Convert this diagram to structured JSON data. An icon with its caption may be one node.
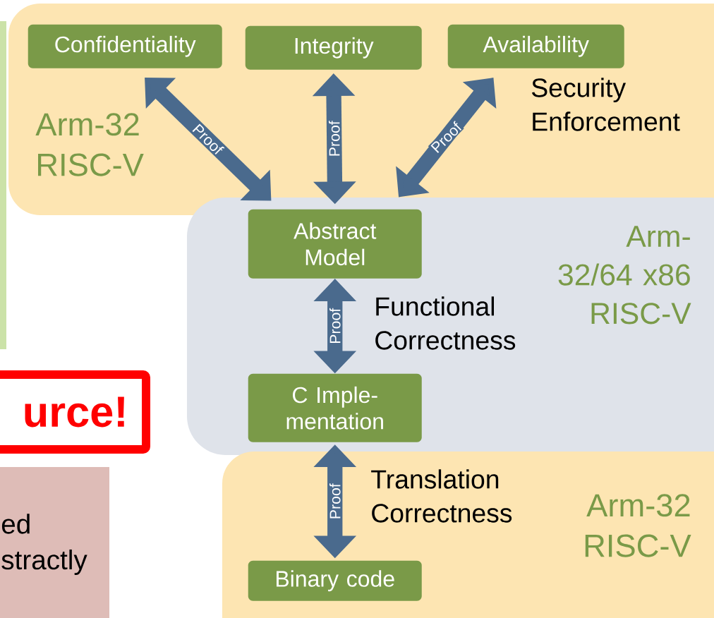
{
  "diagram": {
    "nodes": [
      {
        "text": [
          "Arm-32 RISC-V",
          "Security Enforcement"
        ]
      },
      {
        "text": [
          "Confidentiality"
        ],
        "in": 0
      },
      {
        "text": [
          "Integrity"
        ],
        "in": 0
      },
      {
        "text": [
          "Availability"
        ],
        "in": 0
      },
      {
        "text": [
          "Functional Correctness",
          "Arm-32/64 x86 RISC-V"
        ]
      },
      {
        "text": [
          "Abstract Model"
        ],
        "in": 4
      },
      {
        "text": [
          "C Imple- mentation"
        ],
        "in": 4
      },
      {
        "text": [
          "Translation Correctness",
          "Arm-32 RISC-V"
        ]
      },
      {
        "text": [
          "Binary code"
        ],
        "in": 7
      },
      {
        "text": [
          "urce!"
        ]
      },
      {
        "text": [
          "ed stractly"
        ]
      }
    ],
    "edges": [
      {
        "from": 1,
        "to": 5,
        "arrow": "both",
        "label": "Proof"
      },
      {
        "from": 2,
        "to": 5,
        "arrow": "both",
        "label": "Proof"
      },
      {
        "from": 3,
        "to": 5,
        "arrow": "both",
        "label": "Proof"
      },
      {
        "from": 5,
        "to": 6,
        "arrow": "both",
        "label": "Proof"
      },
      {
        "from": 6,
        "to": 8,
        "arrow": "both",
        "label": "Proof"
      }
    ]
  }
}
